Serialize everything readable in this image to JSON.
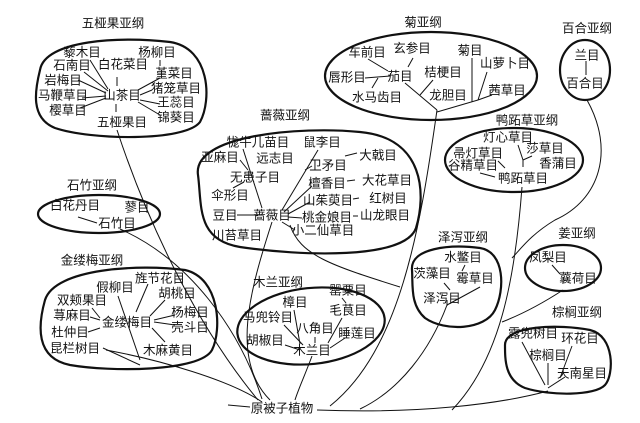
{
  "diagram": {
    "root": "原被子植物",
    "subclasses": [
      {
        "name": "五桠果亚纲",
        "orders": [
          "藜木目",
          "杨柳目",
          "石南目",
          "白花菜目",
          "堇菜目",
          "岩梅目",
          "猪笼草目",
          "马鞭草目",
          "山茶目",
          "王蕊目",
          "樱草目",
          "锦葵目",
          "五桠果目"
        ]
      },
      {
        "name": "菊亚纲",
        "orders": [
          "车前目",
          "玄参目",
          "菊目",
          "山萝卜目",
          "唇形目",
          "茄目",
          "桔梗目",
          "水马齿目",
          "龙胆目",
          "茜草目"
        ]
      },
      {
        "name": "百合亚纲",
        "orders": [
          "兰目",
          "百合目"
        ]
      },
      {
        "name": "蔷薇亚纲",
        "orders": [
          "牻牛儿苗目",
          "鼠李目",
          "亚麻目",
          "远志目",
          "大戟目",
          "卫矛目",
          "无患子目",
          "檀香目",
          "大花草目",
          "伞形目",
          "山茱萸目",
          "红树目",
          "豆目",
          "蔷薇目",
          "桃金娘目",
          "山龙眼目",
          "川苔草目",
          "小二仙草目"
        ]
      },
      {
        "name": "鸭跖草亚纲",
        "orders": [
          "灯心草目",
          "莎草目",
          "帚灯草目",
          "香蒲目",
          "谷精草目",
          "鸭跖草目"
        ]
      },
      {
        "name": "石竹亚纲",
        "orders": [
          "白花丹目",
          "蓼目",
          "石竹目"
        ]
      },
      {
        "name": "金缕梅亚纲",
        "orders": [
          "假柳目",
          "旌节花目",
          "胡桃目",
          "双颊果目",
          "杨梅目",
          "荨麻目",
          "金缕梅目",
          "壳斗目",
          "杜仲目",
          "昆栏树目",
          "木麻黄目"
        ]
      },
      {
        "name": "木兰亚纲",
        "orders": [
          "罂粟目",
          "樟目",
          "毛茛目",
          "马兜铃目",
          "八角目",
          "睡莲目",
          "胡椒目",
          "木兰目"
        ]
      },
      {
        "name": "泽泻亚纲",
        "orders": [
          "水鳖目",
          "茨藻目",
          "霉草目",
          "泽泻目"
        ]
      },
      {
        "name": "姜亚纲",
        "orders": [
          "凤梨目",
          "蘘荷目"
        ]
      },
      {
        "name": "棕榈亚纲",
        "orders": [
          "露兜树目",
          "环花目",
          "棕榈目",
          "天南星目"
        ]
      }
    ]
  }
}
